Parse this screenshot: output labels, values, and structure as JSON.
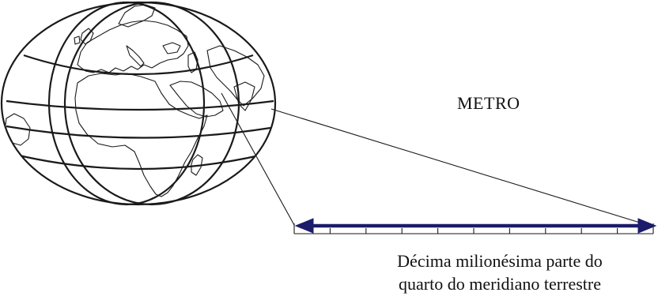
{
  "labels": {
    "unit": "METRO",
    "caption_line1": "Décima milionésima parte do",
    "caption_line2": "quarto do meridiano terrestre"
  },
  "colors": {
    "ink": "#1a1a1a",
    "arrow": "#1c1c6b",
    "background": "#ffffff"
  },
  "scale_divisions": 10
}
